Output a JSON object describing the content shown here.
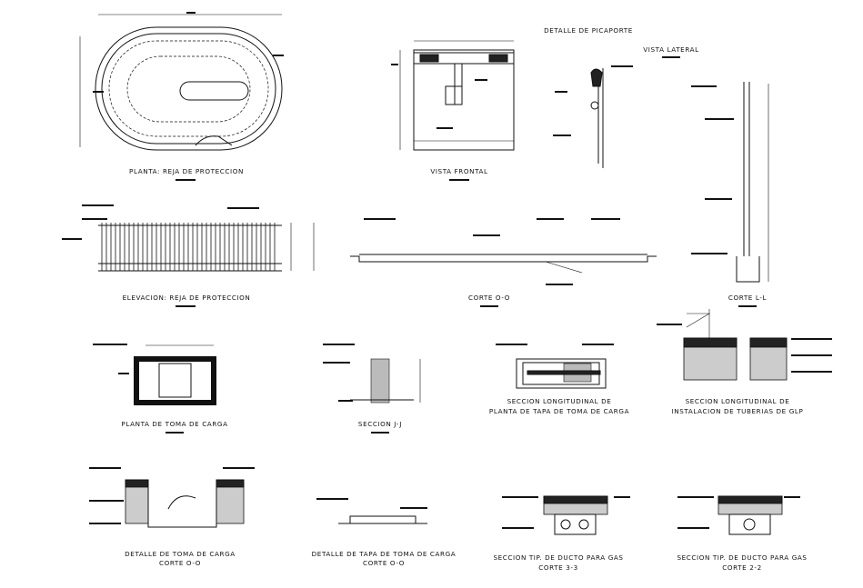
{
  "titles": {
    "planta_reja": "PLANTA: REJA DE PROTECCION",
    "vista_frontal": "VISTA FRONTAL",
    "detalle_picaporte": "DETALLE DE PICAPORTE",
    "vista_lateral": "VISTA LATERAL",
    "elevacion_reja": "ELEVACION: REJA DE PROTECCION",
    "corte_oo": "CORTE O-O",
    "corte_ll": "CORTE L-L",
    "planta_toma": "PLANTA DE TOMA DE CARGA",
    "seccion_jj": "SECCION J-J",
    "sec_long_tapa_1": "SECCION LONGITUDINAL DE",
    "sec_long_tapa_2": "PLANTA DE TAPA DE TOMA DE CARGA",
    "sec_long_inst_1": "SECCION LONGITUDINAL DE",
    "sec_long_inst_2": "INSTALACION DE TUBERIAS DE GLP",
    "det_toma_1": "DETALLE DE TOMA DE CARGA",
    "det_toma_2": "CORTE O-O",
    "det_tapa_1": "DETALLE DE TAPA DE TOMA DE CARGA",
    "det_tapa_2": "CORTE O-O",
    "ducto33_1": "SECCION TIP. DE DUCTO PARA GAS",
    "ducto33_2": "CORTE 3-3",
    "ducto22_1": "SECCION TIP. DE DUCTO PARA GAS",
    "ducto22_2": "CORTE 2-2"
  }
}
